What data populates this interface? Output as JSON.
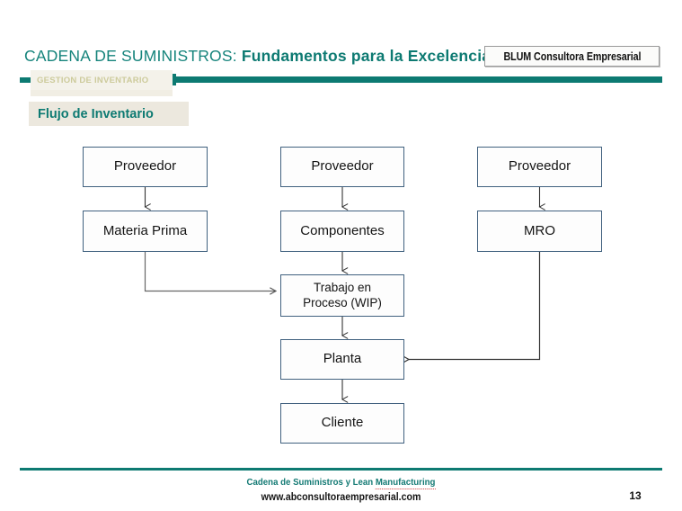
{
  "slide": {
    "background_color": "#ffffff",
    "accent_color": "#0d7a72",
    "node_border_color": "#41617f",
    "connector_color": "#555555"
  },
  "header": {
    "title_light": "CADENA DE SUMINISTROS:",
    "title_bold": "Fundamentos para la Excelencia",
    "section_tab": "GESTION DE INVENTARIO",
    "subtitle_banner": "Flujo de Inventario",
    "brand_logo": "BLUM Consultora Empresarial"
  },
  "diagram": {
    "title": "Flujo de Inventario",
    "type": "flowchart",
    "nodes": [
      {
        "id": "prov-1",
        "label": "Proveedor",
        "column": "left",
        "row": 1
      },
      {
        "id": "prov-2",
        "label": "Proveedor",
        "column": "center",
        "row": 1
      },
      {
        "id": "prov-3",
        "label": "Proveedor",
        "column": "right",
        "row": 1
      },
      {
        "id": "materia",
        "label": "Materia Prima",
        "column": "left",
        "row": 2
      },
      {
        "id": "compon",
        "label": "Componentes",
        "column": "center",
        "row": 2
      },
      {
        "id": "mro",
        "label": "MRO",
        "column": "right",
        "row": 2
      },
      {
        "id": "wip",
        "label": "Trabajo en\nProceso (WIP)",
        "column": "center",
        "row": 3
      },
      {
        "id": "planta",
        "label": "Planta",
        "column": "center",
        "row": 4
      },
      {
        "id": "cliente",
        "label": "Cliente",
        "column": "center",
        "row": 5
      }
    ],
    "node_labels": {
      "prov_1": "Proveedor",
      "prov_2": "Proveedor",
      "prov_3": "Proveedor",
      "materia": "Materia Prima",
      "compon": "Componentes",
      "mro": "MRO",
      "wip_line_1": "Trabajo en",
      "wip_line_2": "Proceso (WIP)",
      "planta": "Planta",
      "cliente": "Cliente"
    },
    "edges": [
      {
        "from": "prov-1",
        "to": "materia",
        "style": "straight-down"
      },
      {
        "from": "prov-2",
        "to": "compon",
        "style": "straight-down"
      },
      {
        "from": "prov-3",
        "to": "mro",
        "style": "straight-down"
      },
      {
        "from": "materia",
        "to": "wip",
        "style": "elbow-down-right"
      },
      {
        "from": "compon",
        "to": "wip",
        "style": "straight-down"
      },
      {
        "from": "wip",
        "to": "planta",
        "style": "straight-down"
      },
      {
        "from": "mro",
        "to": "planta",
        "style": "elbow-down-left"
      },
      {
        "from": "planta",
        "to": "cliente",
        "style": "straight-down"
      }
    ]
  },
  "footer": {
    "line_1_prefix": "Cadena de Suministros y Lean ",
    "line_1_spellchecked": "Manufacturing",
    "line_2": "www.abconsultoraempresarial.com",
    "page_number": "13"
  }
}
